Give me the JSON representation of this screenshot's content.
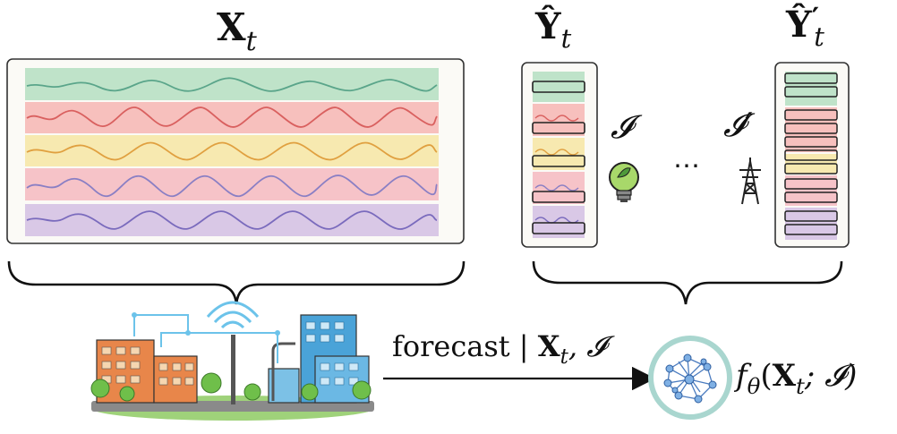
{
  "labels": {
    "x_t_main": "X",
    "x_t_sub": "t",
    "y_hat_main": "Ŷ",
    "y_hat_sub": "t",
    "y_hat_prime_main": "Ŷ",
    "y_hat_prime_mark": "′",
    "y_hat_prime_sub": "t",
    "info": "𝓘",
    "info_prime": "𝓘′",
    "ellipsis": "⋯",
    "forecast_word": "forecast",
    "forecast_bar": "|",
    "forecast_x": "X",
    "forecast_sub": "t",
    "forecast_info": ", 𝓘",
    "model_f": "f",
    "model_theta": "θ",
    "model_open": "(",
    "model_x": "X",
    "model_sub": "t",
    "model_rest": "; 𝓘)"
  },
  "colors": {
    "green": "#bfe3c9",
    "red": "#f7c0bd",
    "yellow": "#f7e9b0",
    "pink": "#f6c3c8",
    "purple": "#d9c8e6",
    "green_line": "#5aa58a",
    "red_line": "#d9605f",
    "yellow_line": "#e0a040",
    "pink_line": "#8a7fc4",
    "purple_line": "#7a6bbd",
    "model_ring": "#a9d6cf",
    "building_orange": "#e8864a",
    "building_blue": "#4aa3d8",
    "tree_green": "#6fbf4a"
  },
  "icons": [
    "lightbulb-leaf-icon",
    "transmission-tower-icon",
    "city-icon",
    "neural-network-icon"
  ]
}
